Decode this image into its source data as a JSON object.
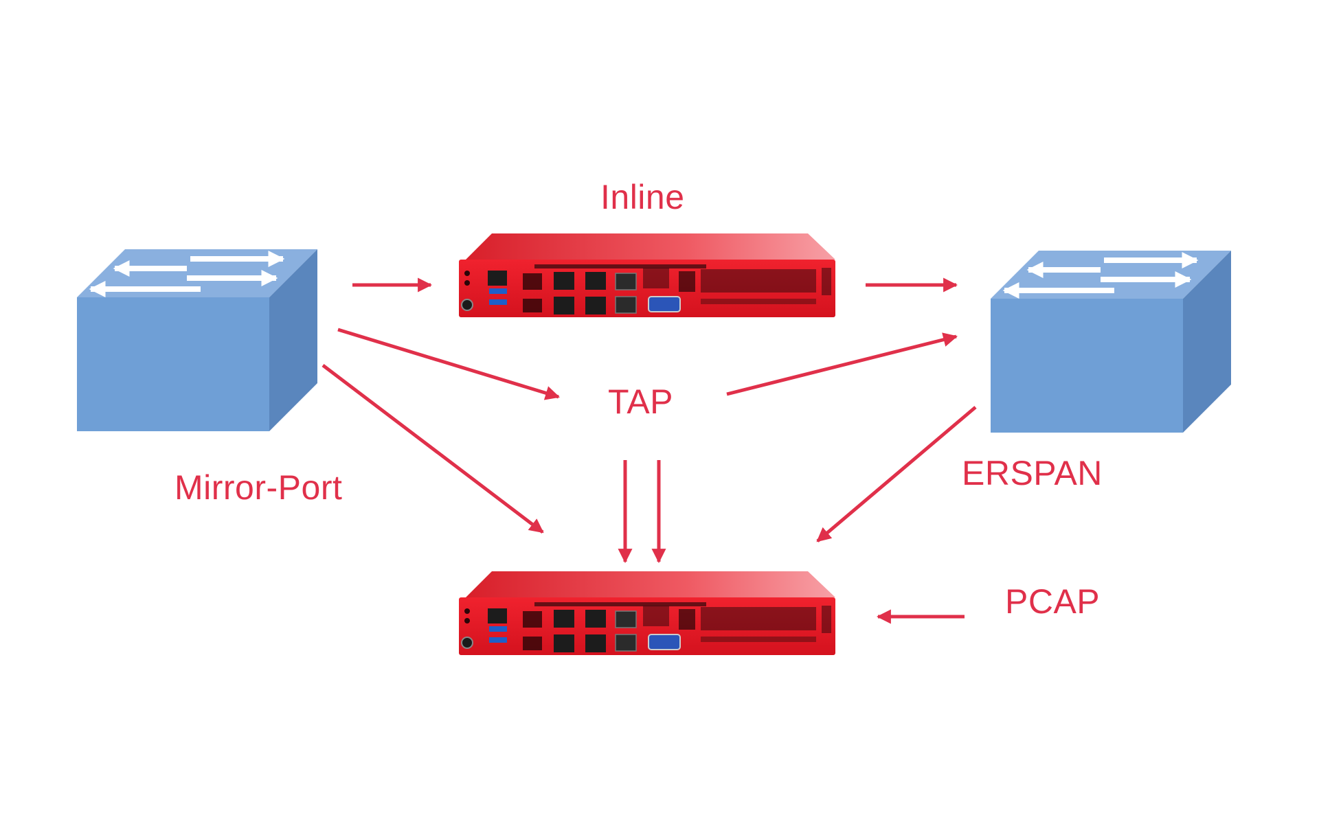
{
  "colors": {
    "accent": "#e0304a",
    "switch_top": "#8ab0df",
    "switch_front": "#6f9fd6",
    "switch_side": "#5a86bd",
    "appliance_red": "#e8202c"
  },
  "labels": {
    "inline": "Inline",
    "tap": "TAP",
    "mirror_port": "Mirror-Port",
    "erspan": "ERSPAN",
    "pcap": "PCAP"
  },
  "nodes": {
    "left_switch": "network-switch-icon",
    "right_switch": "network-switch-icon",
    "inline_appliance": "appliance-icon",
    "capture_appliance": "appliance-icon"
  }
}
